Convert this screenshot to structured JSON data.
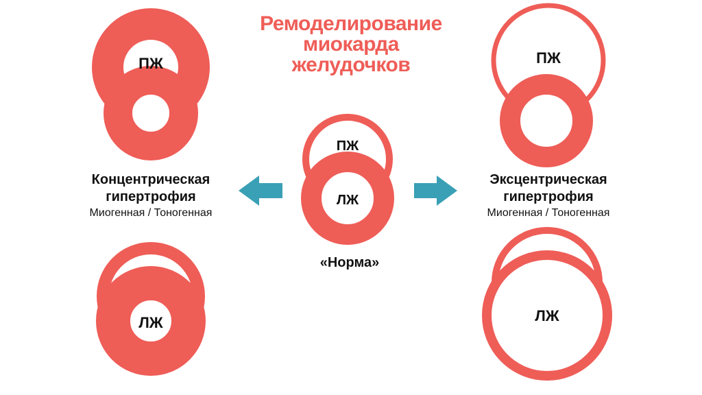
{
  "title": {
    "line1": "Ремоделирование",
    "line2": "миокарда",
    "line3": "желудочков"
  },
  "labels": {
    "rv": "ПЖ",
    "lv": "ЛЖ"
  },
  "concentric": {
    "title_line1": "Концентрическая",
    "title_line2": "гипертрофия",
    "subtitle": "Миогенная / Тоногенная"
  },
  "eccentric": {
    "title_line1": "Эксцентрическая",
    "title_line2": "гипертрофия",
    "subtitle": "Миогенная / Тоногенная"
  },
  "normal": {
    "label": "«Норма»"
  },
  "colors": {
    "muscle": "#ef5d57",
    "arrow": "#3aa0b5"
  }
}
